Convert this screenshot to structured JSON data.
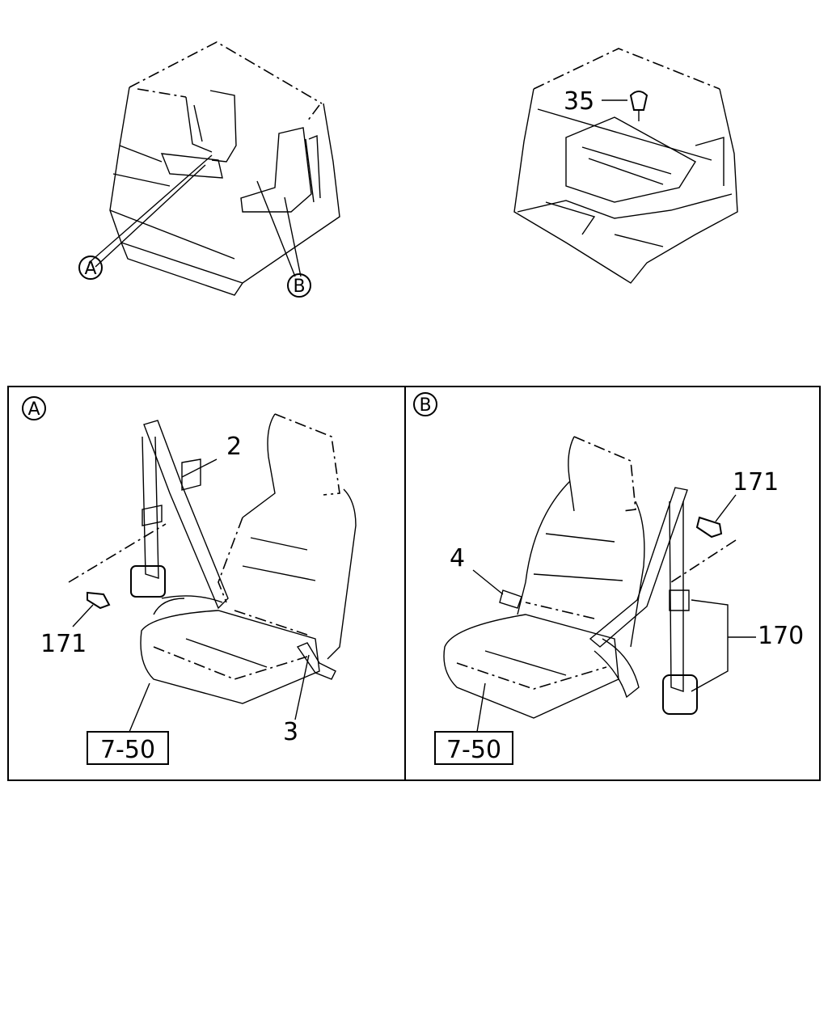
{
  "overview": {
    "callout_a": "A",
    "callout_b": "B",
    "part_35": "35"
  },
  "panel_a": {
    "tag": "A",
    "part_2": "2",
    "part_171": "171",
    "part_3": "3",
    "ref_box": "7-50"
  },
  "panel_b": {
    "tag": "B",
    "part_171": "171",
    "part_4": "4",
    "part_170": "170",
    "ref_box": "7-50"
  }
}
